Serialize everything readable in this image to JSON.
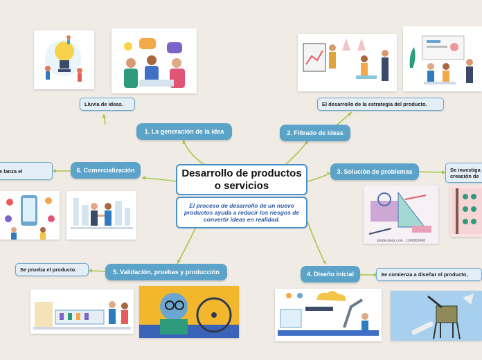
{
  "central": {
    "title": "Desarrollo de productos o servicios",
    "description": "El proceso de desarrollo de un nuevo productos ayuda a reducir los riesgos de convertir ideas en realidad."
  },
  "branches": {
    "b1": "1. La generación de la idea",
    "b2": "2. Filtrado de ideas",
    "b3": "3. Solución de problemas",
    "b4": "4. Diseño inicial",
    "b5": "5. Validación, pruebas y producción",
    "b6": "6. Comercialización"
  },
  "notes": {
    "n1": "Lluvia de ideas.",
    "n2": "El desarrollo de la estrategia del producto.",
    "n3": "Se investiga creación de",
    "n4": "Se comienza a diseñar el producto,",
    "n5": "Se prueba el producto.",
    "n6": "e lanza el"
  },
  "image_caption": "shutterstock.com · 1249952468",
  "colors": {
    "branch": "#5ba3c8",
    "link": "#a8c64a",
    "note_border": "#6aa6cf",
    "background": "#f0ebe5"
  }
}
